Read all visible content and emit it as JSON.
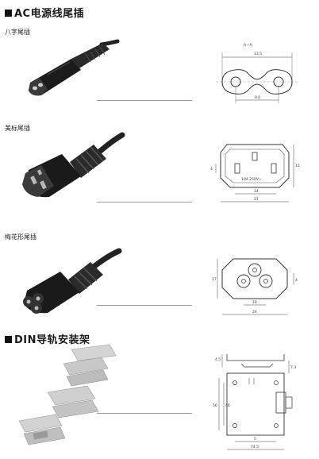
{
  "header": {
    "title": "AC电源线尾插"
  },
  "sections": [
    {
      "label": "八字尾插",
      "diagram": {
        "section_label": "A－A",
        "dim_width": "13.5",
        "dim_inner": "9.0"
      }
    },
    {
      "label": "美标尾插",
      "diagram": {
        "rating": "10A 250V~",
        "dim_a": "14",
        "dim_b": "21",
        "dim_h": "15",
        "dim_c": "4"
      }
    },
    {
      "label": "梅花形尾插",
      "diagram": {
        "dim_a": "16",
        "dim_b": "24",
        "dim_h": "17",
        "dim_c": "4"
      }
    }
  ],
  "din": {
    "title": "DIN导轨安装架",
    "diagram": {
      "dim_a": "4.5",
      "dim_b": "7.3",
      "dim_c": "46",
      "dim_d": "56",
      "dim_e": "74.5",
      "dim_f": "5"
    }
  },
  "colors": {
    "text": "#1a1a1a",
    "rule": "#9a9a9a",
    "plug": "#1c1c1c",
    "drawing": "#333333"
  }
}
